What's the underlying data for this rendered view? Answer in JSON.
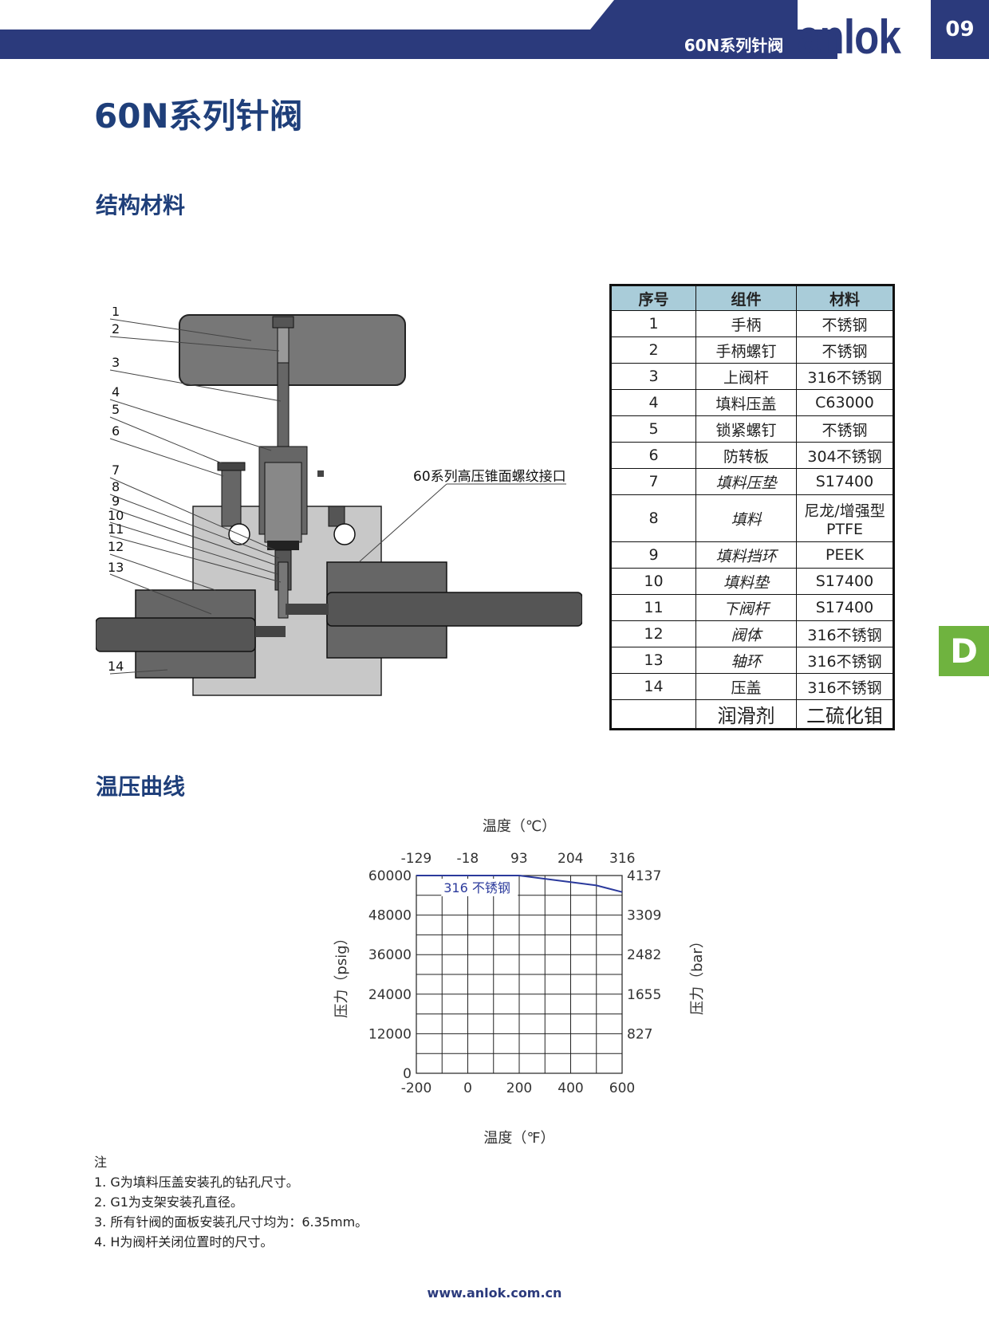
{
  "header": {
    "series_title": "60N系列针阀",
    "logo": "anlok",
    "page_number": "09"
  },
  "title": "60N系列针阀",
  "section_structure": "结构材料",
  "section_curve": "温压曲线",
  "side_tab": "D",
  "diagram": {
    "callouts": [
      "1",
      "2",
      "3",
      "4",
      "5",
      "6",
      "7",
      "8",
      "9",
      "10",
      "11",
      "12",
      "13",
      "14"
    ],
    "port_label": "60系列高压锥面螺纹接口"
  },
  "materials_table": {
    "headers": [
      "序号",
      "组件",
      "材料"
    ],
    "rows": [
      {
        "no": "1",
        "part": "手柄",
        "material": "不锈钢"
      },
      {
        "no": "2",
        "part": "手柄螺钉",
        "material": "不锈钢"
      },
      {
        "no": "3",
        "part": "上阀杆",
        "material": "316不锈钢"
      },
      {
        "no": "4",
        "part": "填料压盖",
        "material": "C63000"
      },
      {
        "no": "5",
        "part": "锁紧螺钉",
        "material": "不锈钢"
      },
      {
        "no": "6",
        "part": "防转板",
        "material": "304不锈钢"
      },
      {
        "no": "7",
        "part": "填料压垫",
        "material": "S17400"
      },
      {
        "no": "8",
        "part": "填料",
        "material": "尼龙/增强型",
        "material2": "PTFE"
      },
      {
        "no": "9",
        "part": "填料挡环",
        "material": "PEEK"
      },
      {
        "no": "10",
        "part": "填料垫",
        "material": "S17400"
      },
      {
        "no": "11",
        "part": "下阀杆",
        "material": "S17400"
      },
      {
        "no": "12",
        "part": "阀体",
        "material": "316不锈钢"
      },
      {
        "no": "13",
        "part": "轴环",
        "material": "316不锈钢"
      },
      {
        "no": "14",
        "part": "压盖",
        "material": "316不锈钢"
      },
      {
        "no": "",
        "part": "润滑剂",
        "material": "二硫化钼"
      }
    ]
  },
  "chart_data": {
    "type": "line",
    "title": "",
    "x_top_label": "温度（℃）",
    "x_top_ticks": [
      "-129",
      "-18",
      "93",
      "204",
      "316"
    ],
    "x_bottom_label": "温度（℉）",
    "x_bottom_ticks": [
      "-200",
      "0",
      "200",
      "400",
      "600"
    ],
    "y_left_label": "压力（psig）",
    "y_left_ticks": [
      "0",
      "12000",
      "24000",
      "36000",
      "48000",
      "60000"
    ],
    "y_right_label": "压力（bar）",
    "y_right_ticks": [
      "827",
      "1655",
      "2482",
      "3309",
      "4137"
    ],
    "xlim": [
      -200,
      600
    ],
    "ylim": [
      0,
      60000
    ],
    "grid": true,
    "series": [
      {
        "name": "316 不锈钢",
        "color": "#2b3a9c",
        "x": [
          -200,
          200,
          300,
          400,
          500,
          600
        ],
        "y": [
          60000,
          60000,
          59000,
          58000,
          57000,
          55000
        ]
      }
    ]
  },
  "notes": {
    "heading": "注",
    "items": [
      "1. G为填料压盖安装孔的钻孔尺寸。",
      "2. G1为支架安装孔直径。",
      "3. 所有针阀的面板安装孔尺寸均为：6.35mm。",
      "4. H为阀杆关闭位置时的尺寸。"
    ]
  },
  "footer_url": "www.anlok.com.cn"
}
